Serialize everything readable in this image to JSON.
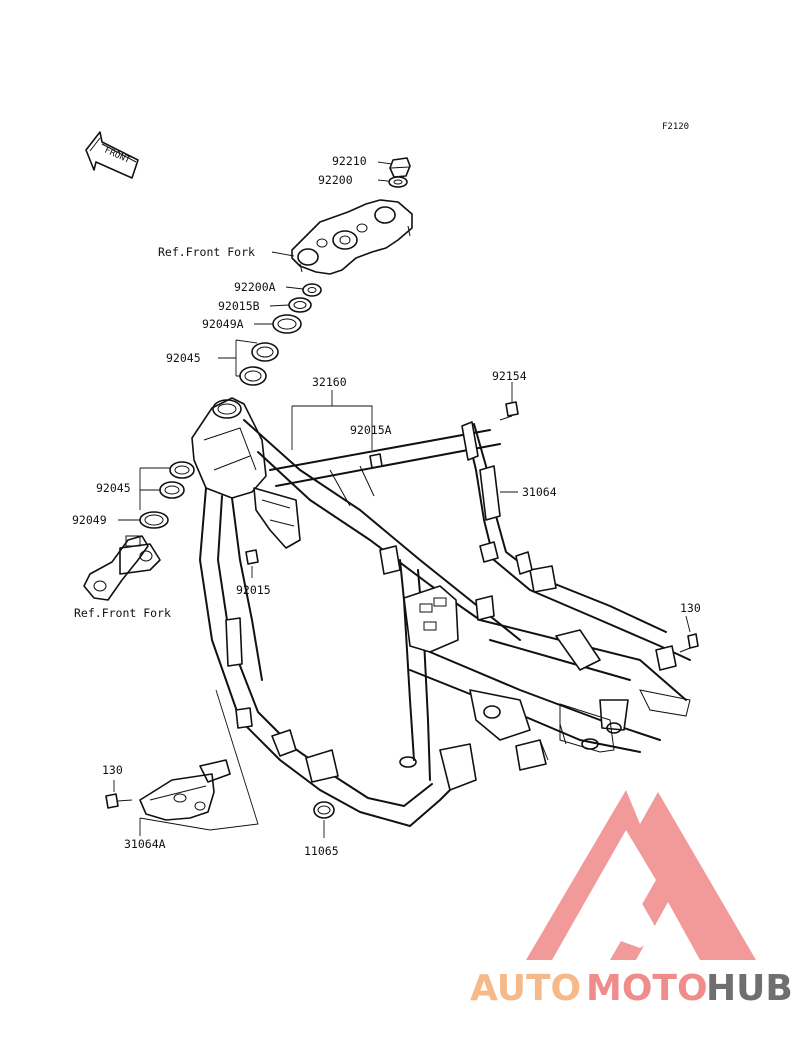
{
  "diagram_code": "F2120",
  "direction_arrow": {
    "text": "FRONT",
    "icon": "front-arrow-icon"
  },
  "parts": [
    {
      "id": "p92210",
      "number": "92210"
    },
    {
      "id": "p92200",
      "number": "92200"
    },
    {
      "id": "pRefFork1",
      "number": "Ref.Front Fork"
    },
    {
      "id": "p92200A",
      "number": "92200A"
    },
    {
      "id": "p92015B",
      "number": "92015B"
    },
    {
      "id": "p92049A",
      "number": "92049A"
    },
    {
      "id": "p92045a",
      "number": "92045"
    },
    {
      "id": "p32160",
      "number": "32160"
    },
    {
      "id": "p92015A",
      "number": "92015A"
    },
    {
      "id": "p92154",
      "number": "92154"
    },
    {
      "id": "p31064",
      "number": "31064"
    },
    {
      "id": "p92045b",
      "number": "92045"
    },
    {
      "id": "p92049",
      "number": "92049"
    },
    {
      "id": "pRefFork2",
      "number": "Ref.Front Fork"
    },
    {
      "id": "p92015",
      "number": "92015"
    },
    {
      "id": "p130a",
      "number": "130"
    },
    {
      "id": "p130b",
      "number": "130"
    },
    {
      "id": "p31064A",
      "number": "31064A"
    },
    {
      "id": "p11065",
      "number": "11065"
    }
  ],
  "watermark": {
    "word1": "AUTO",
    "word2": "MOTO",
    "word3": "HUB",
    "color1": "#f6b98a",
    "color2": "#f08c8c",
    "color3": "#6f6f6f",
    "logo_color": "#f29a9a"
  }
}
